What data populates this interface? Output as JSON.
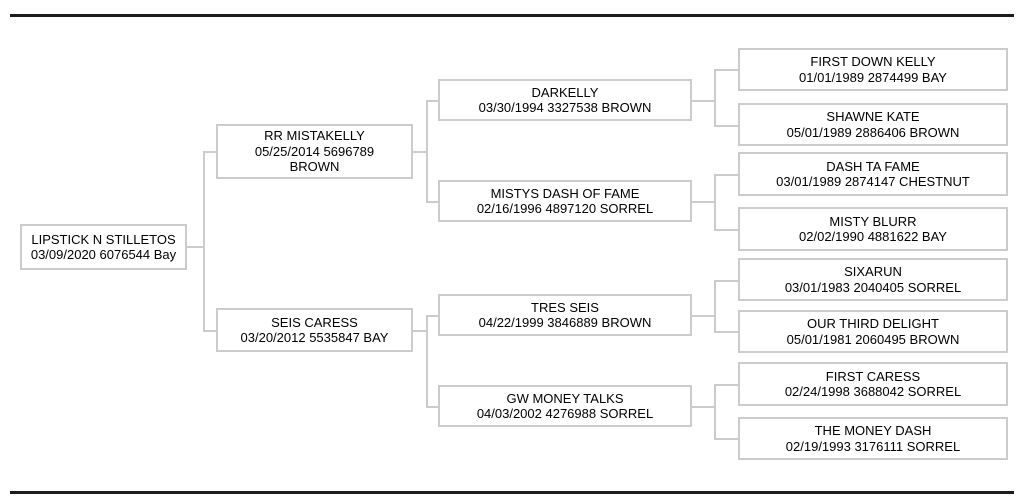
{
  "colors": {
    "rule": "#1c1c1c",
    "line": "#cccccc",
    "boxborder": "#cccccc",
    "text": "#000000",
    "bg": "#ffffff"
  },
  "pedigree": {
    "root": {
      "name": "LIPSTICK N STILLETOS",
      "info": "03/09/2020 6076544 Bay"
    },
    "gen2": [
      {
        "name": "RR MISTAKELLY",
        "info": "05/25/2014 5696789",
        "info2": "BROWN"
      },
      {
        "name": "SEIS CARESS",
        "info": "03/20/2012 5535847 BAY"
      }
    ],
    "gen3": [
      {
        "name": "DARKELLY",
        "info": "03/30/1994 3327538 BROWN"
      },
      {
        "name": "MISTYS DASH OF FAME",
        "info": "02/16/1996 4897120 SORREL"
      },
      {
        "name": "TRES SEIS",
        "info": "04/22/1999 3846889 BROWN"
      },
      {
        "name": "GW MONEY TALKS",
        "info": "04/03/2002 4276988 SORREL"
      }
    ],
    "gen4": [
      {
        "name": "FIRST DOWN KELLY",
        "info": "01/01/1989 2874499 BAY"
      },
      {
        "name": "SHAWNE KATE",
        "info": "05/01/1989 2886406 BROWN"
      },
      {
        "name": "DASH TA FAME",
        "info": "03/01/1989 2874147 CHESTNUT"
      },
      {
        "name": "MISTY BLURR",
        "info": "02/02/1990 4881622 BAY"
      },
      {
        "name": "SIXARUN",
        "info": "03/01/1983 2040405 SORREL"
      },
      {
        "name": "OUR THIRD DELIGHT",
        "info": "05/01/1981 2060495 BROWN"
      },
      {
        "name": "FIRST CARESS",
        "info": "02/24/1998 3688042 SORREL"
      },
      {
        "name": "THE MONEY DASH",
        "info": "02/19/1993 3176111 SORREL"
      }
    ]
  }
}
